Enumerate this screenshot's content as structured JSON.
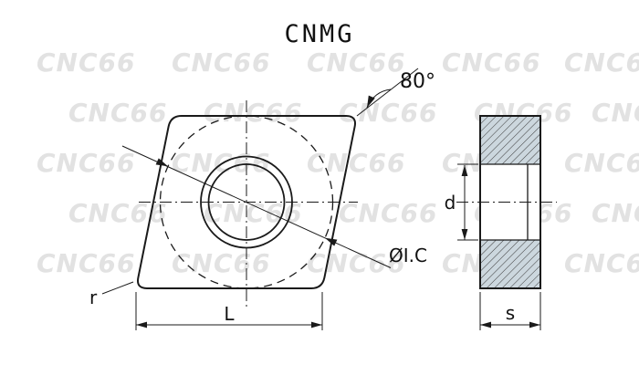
{
  "title": "CNMG",
  "watermark": {
    "text": "CNC66"
  },
  "front_view": {
    "angle_label": "80°",
    "ic_label": "ØI.C",
    "radius_label": "r",
    "length_label": "L"
  },
  "side_view": {
    "hole_diameter_label": "d",
    "thickness_label": "s"
  },
  "colors": {
    "insert_fill": "#ccd7de",
    "line": "#1a1a1a",
    "watermark": "#e2e2e2",
    "background": "#ffffff"
  }
}
